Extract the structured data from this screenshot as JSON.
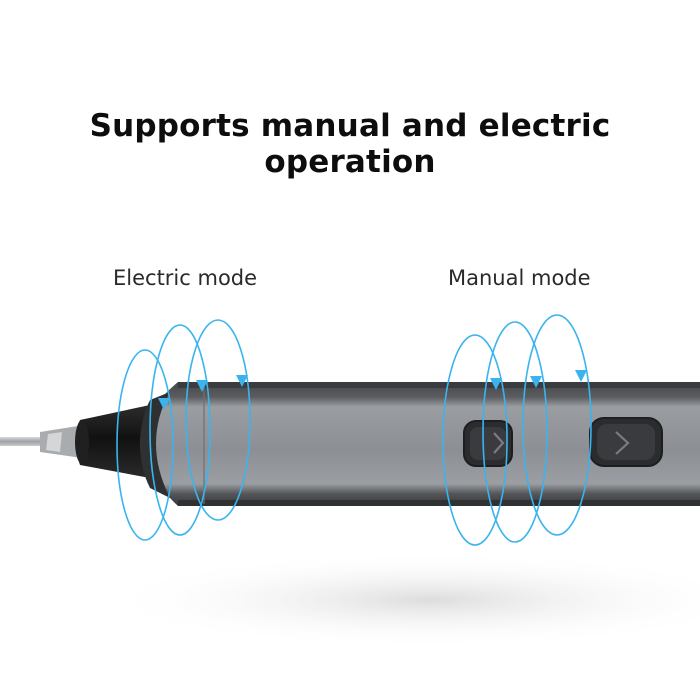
{
  "headline": "Supports manual and electric operation",
  "modes": {
    "electric": {
      "label": "Electric mode"
    },
    "manual": {
      "label": "Manual mode"
    }
  },
  "colors": {
    "rotation_ring": "#3ab4ef",
    "body_gray": "#8c8f93",
    "body_dark": "#3b3d40",
    "tip_black": "#1a1a1a",
    "button_dark": "#2b2c2e",
    "bit_metal": "#b5b8bb"
  },
  "icons": {
    "button_glyph": "chevron-right-icon",
    "rotation_arrow": "arrow-head-icon"
  }
}
